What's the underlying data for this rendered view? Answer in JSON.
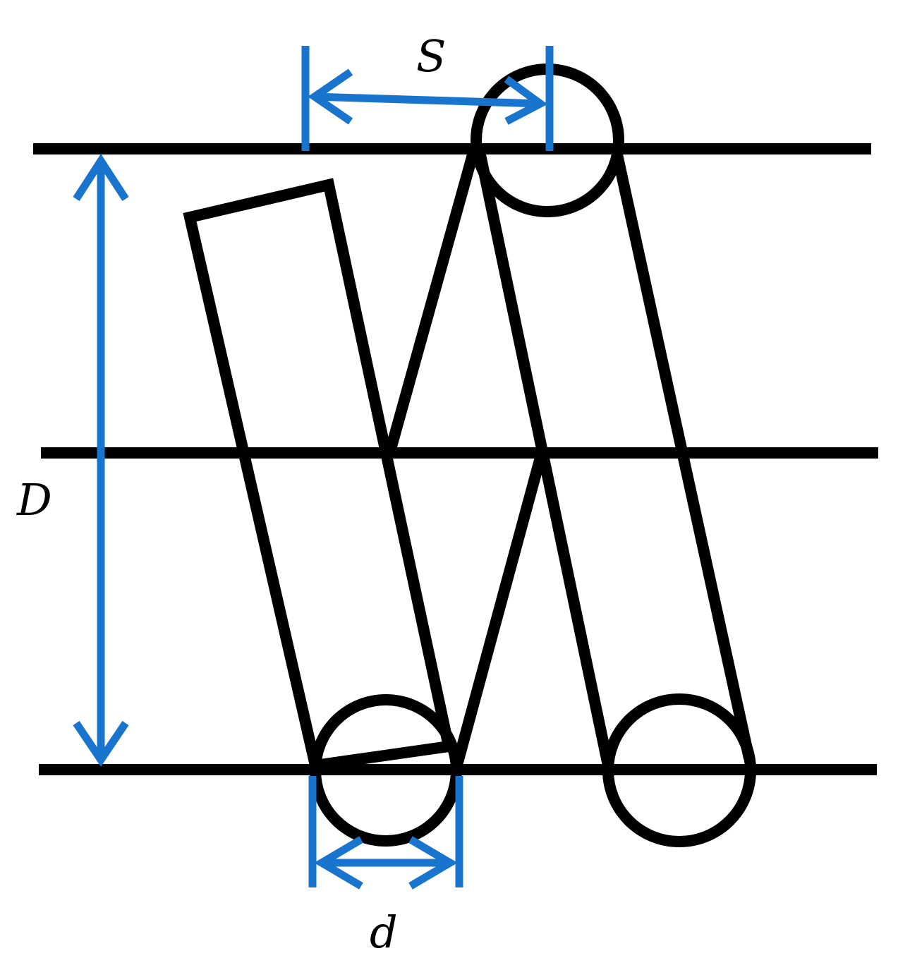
{
  "labels": {
    "pitch": "S",
    "mean_diameter": "D",
    "wire_diameter": "d"
  },
  "colors": {
    "line": "#000000",
    "dimension": "#1874cd",
    "background": "#ffffff"
  }
}
